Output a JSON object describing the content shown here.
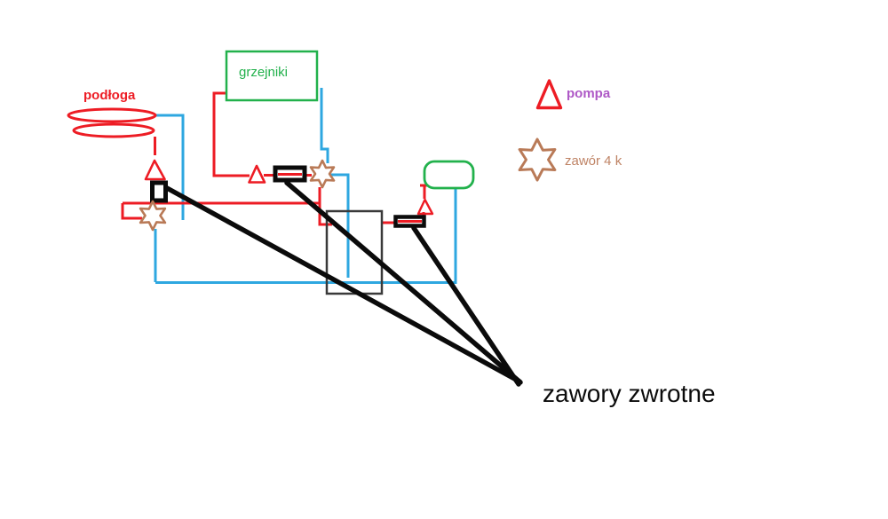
{
  "canvas": {
    "background": "#ffffff"
  },
  "labels": {
    "floor": "podłoga",
    "radiators": "grzejniki",
    "check_valves": "zawory zwrotne"
  },
  "legend": {
    "pump_label": "pompa",
    "valve4_label": "zawór 4 k"
  },
  "symbols": {
    "pump": "triangle-outline-icon",
    "four_way_valve": "six-point-star-icon",
    "check_valve": "thick-rect-valve-icon",
    "boiler": "plain-rect-box",
    "tank": "rounded-rect-box",
    "floor_coil": "double-ellipse-coil"
  },
  "colors": {
    "red": "#ed1c24",
    "blue": "#2ea7e0",
    "green": "#22b14c",
    "brown": "#b97a57",
    "brown_text": "#bf8365",
    "purple": "#ae58c6",
    "dark_gray": "#3a3a3a",
    "black": "#0b0b0b",
    "background": "#ffffff"
  }
}
